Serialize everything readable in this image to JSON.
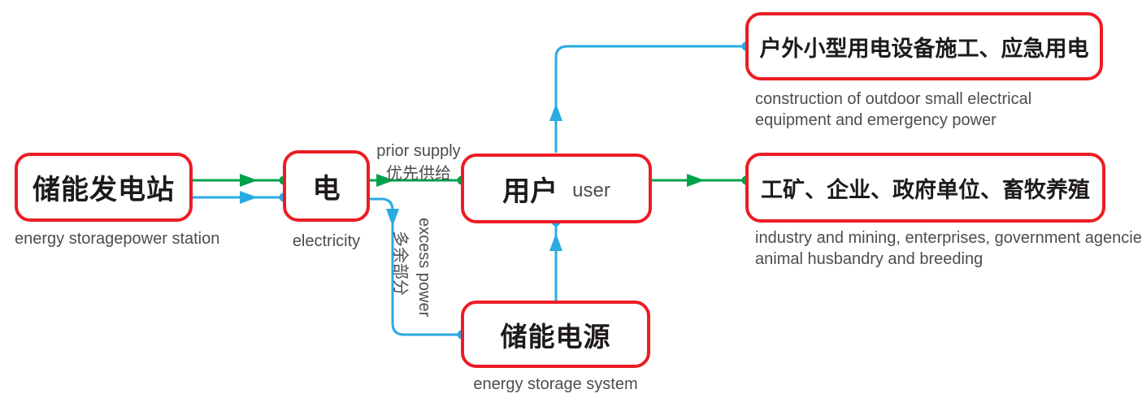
{
  "colors": {
    "red": "#ED1C24",
    "green": "#00A14B",
    "blue": "#29ABE2",
    "ink": "#1E1A1B",
    "gray": "#4D4D4F"
  },
  "nodes": {
    "station": {
      "label": "储能发电站",
      "caption": "energy storagepower station"
    },
    "electricity": {
      "label": "电",
      "caption": "electricity"
    },
    "user": {
      "label": "用户",
      "caption": "user"
    },
    "storage": {
      "label": "储能电源",
      "caption": "energy storage system"
    },
    "outdoor": {
      "label": "户外小型用电设备施工、应急用电",
      "caption1": "construction of outdoor small electrical",
      "caption2": "equipment and emergency power"
    },
    "industry": {
      "label": "工矿、企业、政府单位、畜牧养殖",
      "caption1": "industry and mining, enterprises, government agencies,",
      "caption2": "animal husbandry and breeding"
    }
  },
  "edge_labels": {
    "prior_supply_en": "prior supply",
    "prior_supply_zh": "优先供给",
    "excess_power_en": "excess power",
    "excess_power_zh": "多余部分"
  },
  "connections": [
    {
      "from": "储能发电站",
      "to": "电",
      "color": "green"
    },
    {
      "from": "储能发电站",
      "to": "电",
      "color": "blue"
    },
    {
      "from": "电",
      "to": "用户",
      "color": "green",
      "label": "prior supply 优先供给"
    },
    {
      "from": "电",
      "to": "储能电源",
      "color": "blue",
      "label": "excess power 多余部分"
    },
    {
      "from": "储能电源",
      "to": "用户",
      "color": "blue"
    },
    {
      "from": "用户",
      "to": "户外小型用电设备施工、应急用电",
      "color": "blue"
    },
    {
      "from": "用户",
      "to": "工矿、企业、政府单位、畜牧养殖",
      "color": "green"
    }
  ]
}
